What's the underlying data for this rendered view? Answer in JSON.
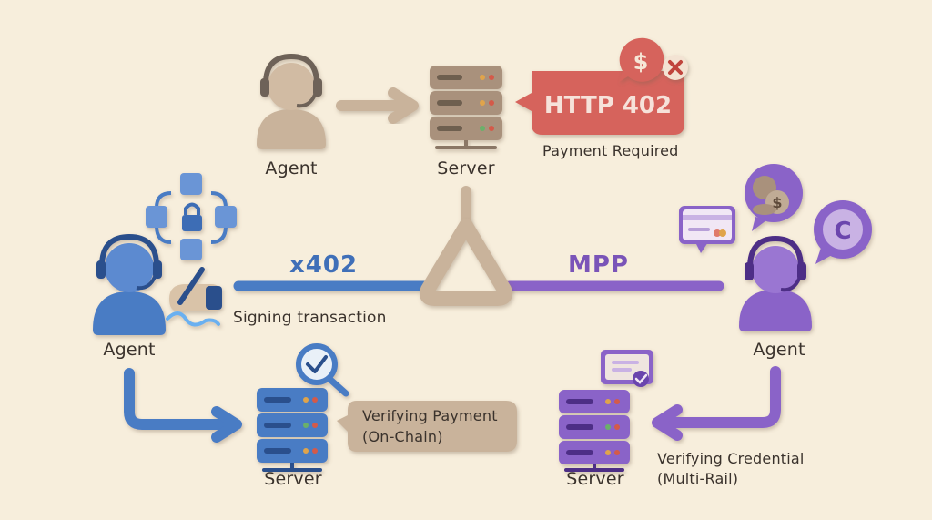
{
  "top": {
    "agent_label": "Agent",
    "server_label": "Server",
    "error_code": "HTTP 402",
    "error_caption": "Payment Required",
    "dollar_symbol": "$"
  },
  "center": {
    "left_protocol": "x402",
    "right_protocol": "MPP"
  },
  "left": {
    "agent_label": "Agent",
    "action_caption": "Signing transaction",
    "server_label": "Server",
    "verify_line1": "Verifying Payment",
    "verify_line2": "(On-Chain)"
  },
  "right": {
    "agent_label": "Agent",
    "server_label": "Server",
    "verify_line1": "Verifying Credential",
    "verify_line2": "(Multi-Rail)",
    "coin_symbol": "$",
    "crypto_symbol": "C"
  },
  "colors": {
    "background": "#f7eedc",
    "neutral": "#c9b39b",
    "blue": "#4a7bc4",
    "purple": "#8a63c8",
    "red": "#d6645b"
  }
}
